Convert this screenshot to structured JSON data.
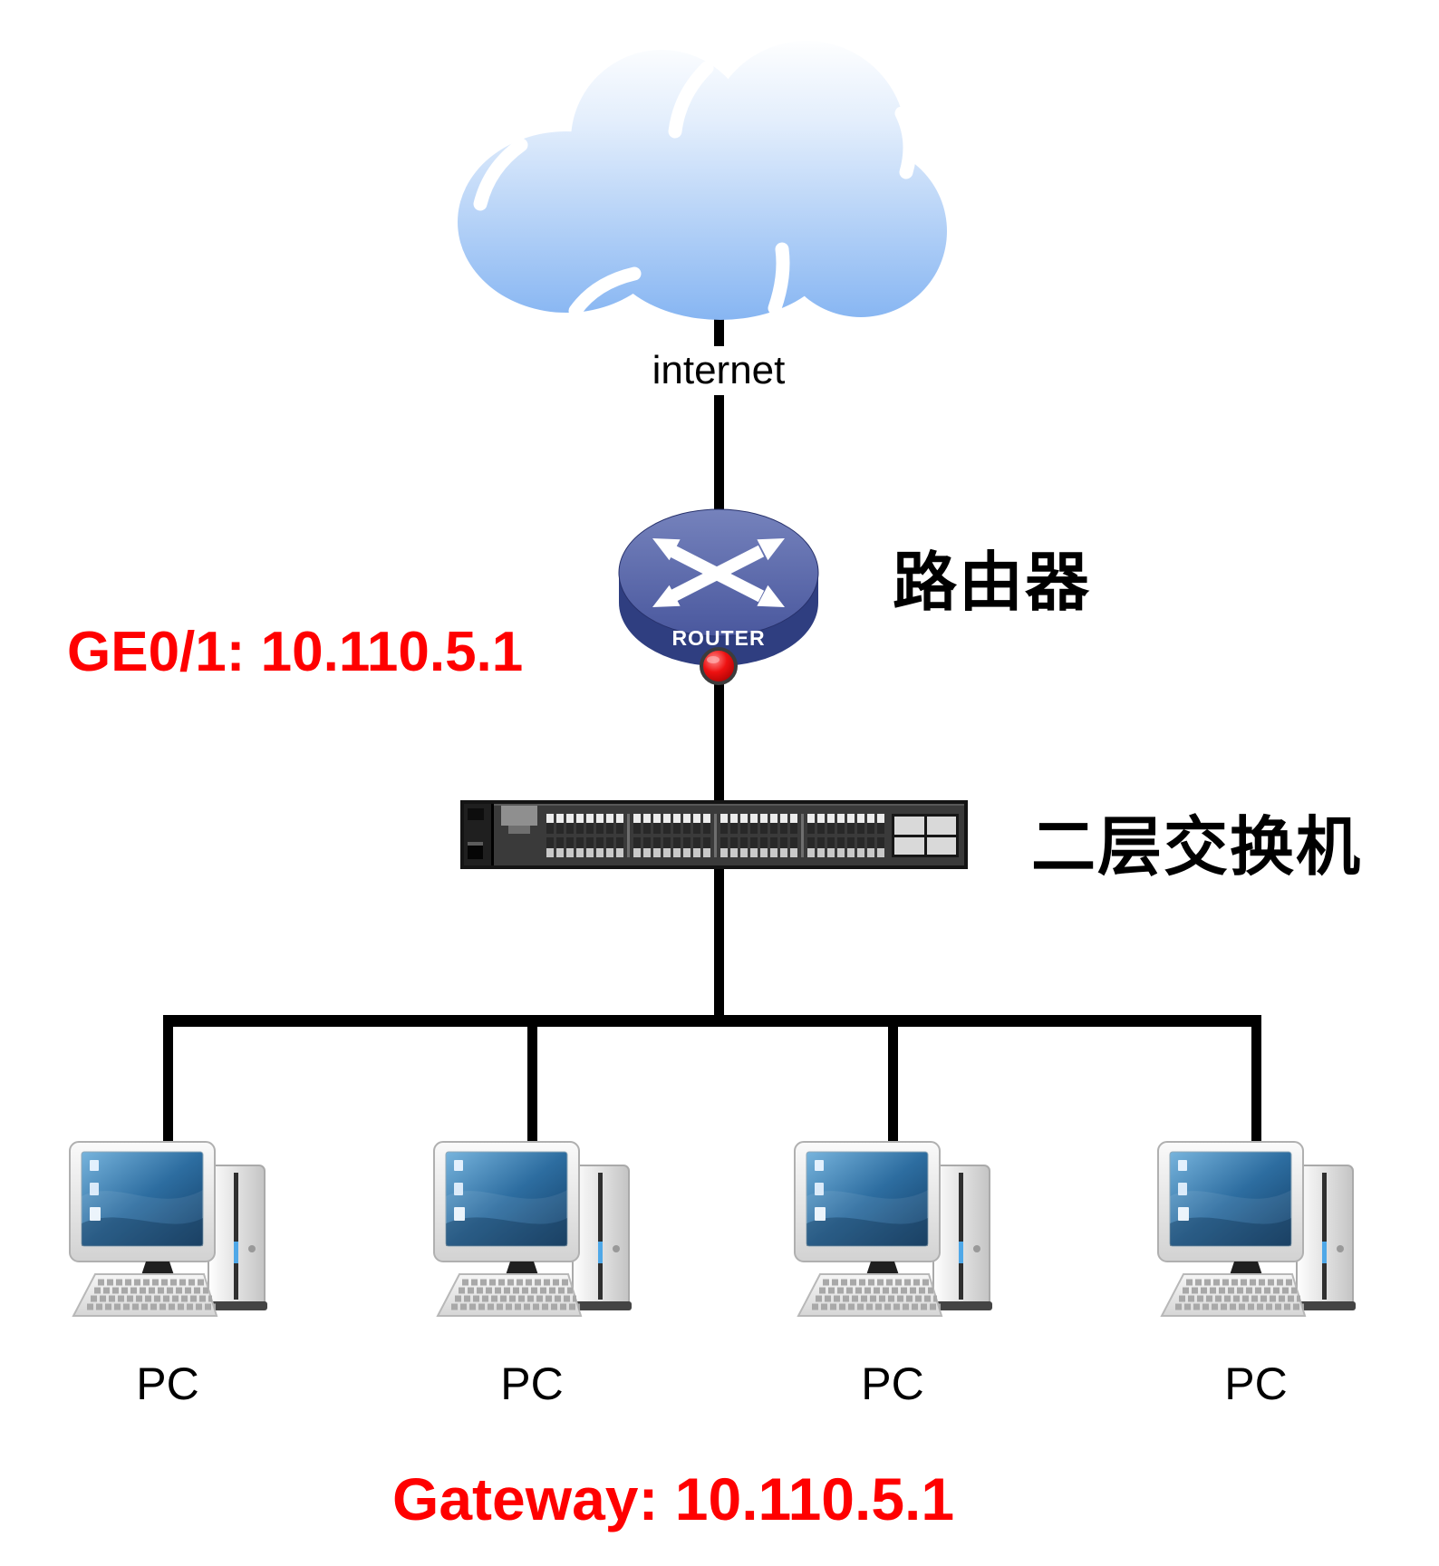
{
  "diagram": {
    "type": "network-topology",
    "cloud": {
      "label": "internet"
    },
    "router": {
      "label": "路由器",
      "device_text": "ROUTER",
      "interface_annotation": "GE0/1: 10.110.5.1"
    },
    "switch": {
      "label": "二层交换机"
    },
    "pcs": [
      {
        "label": "PC"
      },
      {
        "label": "PC"
      },
      {
        "label": "PC"
      },
      {
        "label": "PC"
      }
    ],
    "gateway_annotation": "Gateway: 10.110.5.1",
    "colors": {
      "annotation_red": "#FF0000",
      "line_black": "#000000",
      "cloud_fill_top": "#FFFFFF",
      "cloud_fill_bottom": "#86B5F2",
      "router_top": "#6274AE",
      "router_side": "#2F3E80",
      "router_led": "#D40000",
      "switch_body": "#3A3A3A"
    }
  }
}
